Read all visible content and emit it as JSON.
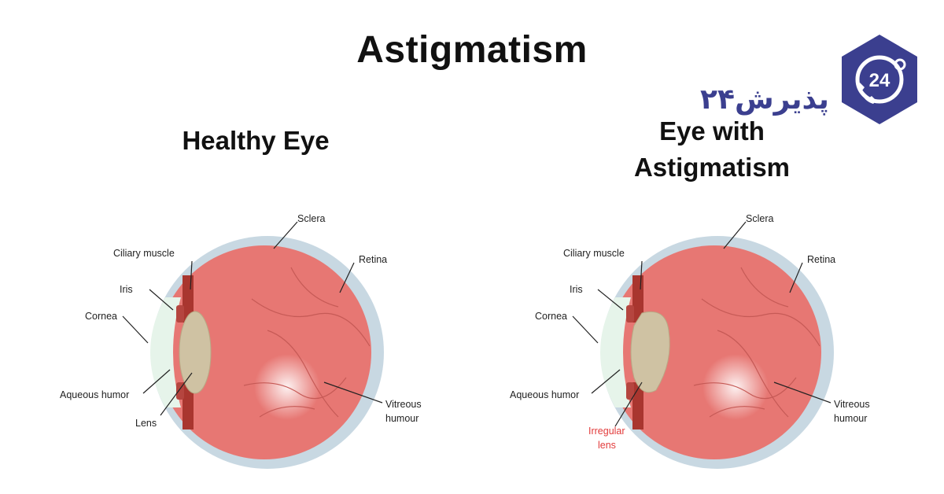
{
  "title": "Astigmatism",
  "logo": {
    "text": "پذیرش۲۴",
    "badge_number": "24",
    "badge_color": "#3b3f8f"
  },
  "panels": [
    {
      "title": "Healthy Eye",
      "labels": {
        "sclera": "Sclera",
        "ciliary": "Ciliary muscle",
        "retina": "Retina",
        "iris": "Iris",
        "cornea": "Cornea",
        "aqueous": "Aqueous humor",
        "lens": "Lens",
        "vitreous_1": "Vitreous",
        "vitreous_2": "humour"
      }
    },
    {
      "title_lines": [
        "Eye with",
        "Astigmatism"
      ],
      "labels": {
        "sclera": "Sclera",
        "ciliary": "Ciliary muscle",
        "retina": "Retina",
        "iris": "Iris",
        "cornea": "Cornea",
        "aqueous": "Aqueous humor",
        "lens_1": "Irregular",
        "lens_2": "lens",
        "vitreous_1": "Vitreous",
        "vitreous_2": "humour"
      }
    }
  ],
  "colors": {
    "eyeball": "#e77773",
    "sclera": "#c8d8e2",
    "retina": "#f3dc6e",
    "lens": "#cfc2a3",
    "cornea": "#e6f4ea",
    "ciliary": "#a9362f",
    "highlight_label": "#e23b3b"
  }
}
